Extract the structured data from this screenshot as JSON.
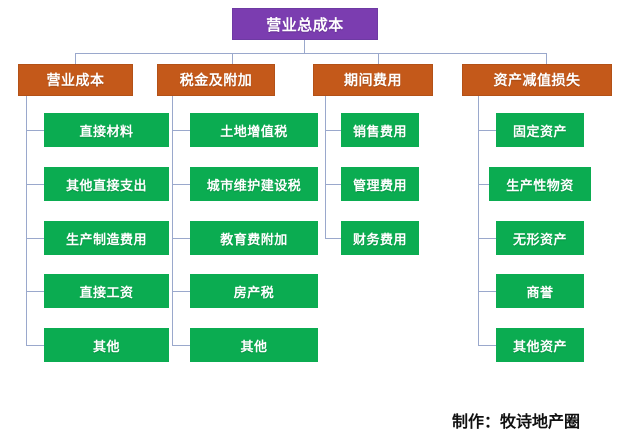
{
  "diagram": {
    "title_node": {
      "label": "营业总成本",
      "color": "#7B3DB0"
    },
    "level2_color": "#C4591A",
    "leaf_color": "#0BAC51",
    "connector_color": "#9AA8CC",
    "background": "#FFFFFF",
    "branches": [
      {
        "label": "营业成本",
        "children": [
          {
            "label": "直接材料"
          },
          {
            "label": "其他直接支出"
          },
          {
            "label": "生产制造费用"
          },
          {
            "label": "直接工资"
          },
          {
            "label": "其他"
          }
        ]
      },
      {
        "label": "税金及附加",
        "children": [
          {
            "label": "土地增值税"
          },
          {
            "label": "城市维护建设税"
          },
          {
            "label": "教育费附加"
          },
          {
            "label": "房产税"
          },
          {
            "label": "其他"
          }
        ]
      },
      {
        "label": "期间费用",
        "children": [
          {
            "label": "销售费用"
          },
          {
            "label": "管理费用"
          },
          {
            "label": "财务费用"
          }
        ]
      },
      {
        "label": "资产减值损失",
        "children": [
          {
            "label": "固定资产"
          },
          {
            "label": "生产性物资"
          },
          {
            "label": "无形资产"
          },
          {
            "label": "商誉"
          },
          {
            "label": "其他资产"
          }
        ]
      }
    ]
  },
  "footer": {
    "credit": "制作：牧诗地产圈"
  }
}
